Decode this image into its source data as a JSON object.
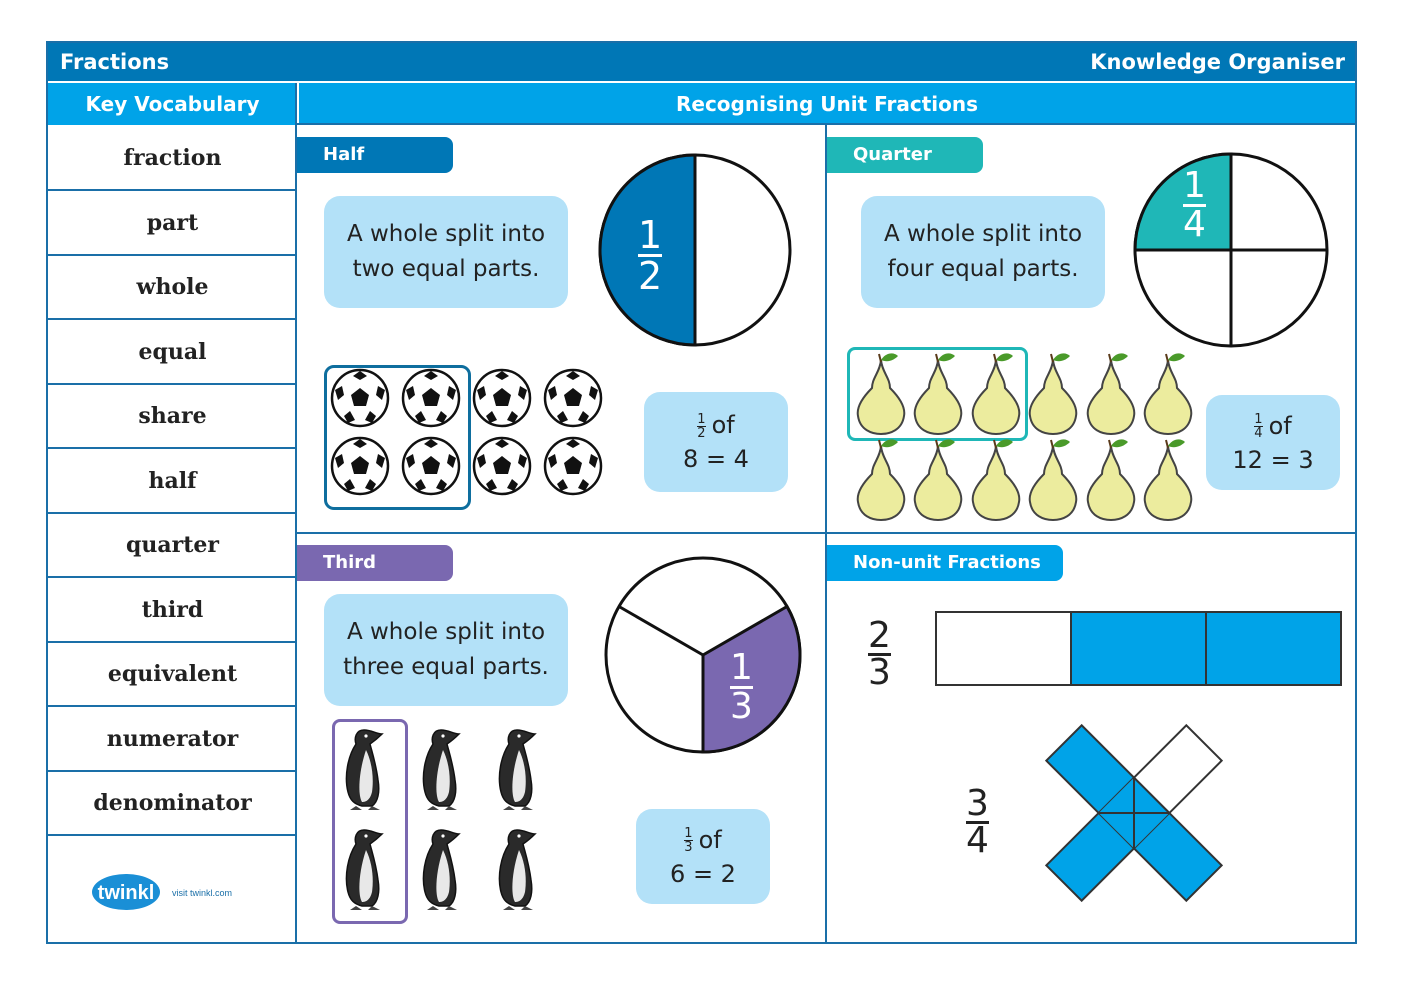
{
  "header": {
    "title": "Fractions",
    "subtitle": "Knowledge Organiser"
  },
  "sections": {
    "vocab_heading": "Key Vocabulary",
    "main_heading": "Recognising Unit Fractions"
  },
  "vocabulary": [
    "fraction",
    "part",
    "whole",
    "equal",
    "share",
    "half",
    "quarter",
    "third",
    "equivalent",
    "numerator",
    "denominator"
  ],
  "half": {
    "tag": "Half",
    "tag_color": "#0077b6",
    "line1": "A whole split into",
    "line2": "two equal parts.",
    "pie_num": "1",
    "pie_den": "2",
    "calc_num": "1",
    "calc_den": "2",
    "calc_of": "of",
    "calc_eq": "8 = 4"
  },
  "quarter": {
    "tag": "Quarter",
    "tag_color": "#1fb7b7",
    "line1": "A whole split into",
    "line2": "four equal parts.",
    "pie_num": "1",
    "pie_den": "4",
    "calc_num": "1",
    "calc_den": "4",
    "calc_of": "of",
    "calc_eq": "12 = 3"
  },
  "third": {
    "tag": "Third",
    "tag_color": "#7a68b0",
    "line1": "A whole split into",
    "line2": "three equal parts.",
    "pie_num": "1",
    "pie_den": "3",
    "calc_num": "1",
    "calc_den": "3",
    "calc_of": "of",
    "calc_eq": "6 = 2"
  },
  "non_unit": {
    "tag": "Non-unit Fractions",
    "tag_color": "#00a3e8",
    "f1_num": "2",
    "f1_den": "3",
    "f2_num": "3",
    "f2_den": "4"
  },
  "logo": {
    "brand": "twinkl",
    "url_text": "visit twinkl.com"
  },
  "colors": {
    "dark_blue": "#0077b6",
    "light_blue": "#00a3e8",
    "teal": "#1fb7b7",
    "purple": "#7a68b0",
    "bubble": "#b3e1f8"
  }
}
